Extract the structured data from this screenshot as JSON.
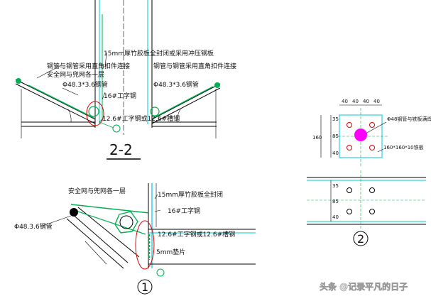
{
  "section_22": {
    "title": "2-2",
    "labels": {
      "bamboo_board": "15mm厚竹胶板全封闭或采用冲压钢板",
      "conn_left": "钢管与钢管采用直角扣件连接",
      "net_left": "安全网与兜网各一层",
      "pipe_left": "Φ48.3*3.6钢管",
      "conn_right": "钢管与钢管采用直角扣件连接",
      "pipe_right": "Φ48.3*3.6钢管",
      "ibeam16": "16#工字钢",
      "ibeam12": "12.6#工字钢或12.6#槽钢"
    }
  },
  "detail_1": {
    "marker": "1",
    "labels": {
      "net": "安全网与兜网各一层",
      "bamboo": "15mm厚竹胶板全封闭",
      "ibeam16": "16#工字钢",
      "pipe": "Φ48.3.6钢管",
      "ibeam12": "12.6#工字钢或12.6#槽钢",
      "shim": "5mm垫片"
    }
  },
  "detail_2": {
    "marker": "2",
    "top_dims": [
      "40",
      "40",
      "40",
      "40"
    ],
    "side_dims": [
      "35",
      "85",
      "40"
    ],
    "overall": "160",
    "labels": {
      "pipe_plate": "Φ48钢管与铁板满焊",
      "plate": "160*160*10铁板"
    },
    "bottom_dims": [
      "35",
      "85",
      "40"
    ]
  },
  "watermark": "头条 @记录平凡的日子",
  "colors": {
    "line": "#000000",
    "green": "#00b050",
    "cyan": "#00c8d8",
    "red": "#e00000",
    "magenta": "#ff00ff",
    "blue": "#0000ff"
  }
}
